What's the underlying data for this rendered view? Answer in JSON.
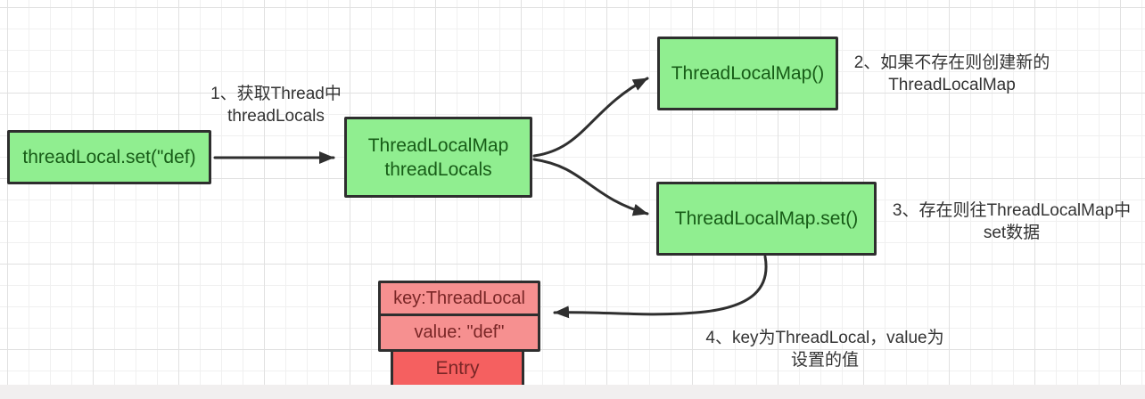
{
  "diagram": {
    "nodes": {
      "left_box": {
        "label": "threadLocal.set(\"def)"
      },
      "mid_box": {
        "line1": "ThreadLocalMap",
        "line2": "threadLocals"
      },
      "top_box": {
        "label": "ThreadLocalMap()"
      },
      "set_box": {
        "label": "ThreadLocalMap.set()"
      },
      "entry_key": {
        "label": "key:ThreadLocal"
      },
      "entry_value": {
        "label": "value: \"def\""
      },
      "entry": {
        "label": "Entry"
      }
    },
    "annotations": {
      "step1": {
        "line1": "1、获取Thread中",
        "line2": "threadLocals"
      },
      "step2": {
        "line1": "2、如果不存在则创建新的",
        "line2": "ThreadLocalMap"
      },
      "step3": {
        "line1": "3、存在则往ThreadLocalMap中",
        "line2": "set数据"
      },
      "step4": {
        "line1": "4、key为ThreadLocal，value为",
        "line2": "设置的值"
      }
    },
    "colors": {
      "node_green_fill": "#90ee90",
      "node_green_text": "#175c17",
      "node_red_fill": "#f69090",
      "entry_red_fill": "#f56060",
      "node_red_text": "#792626",
      "border": "#2e2e2e",
      "arrow": "#2f2f2f",
      "annotation_text": "#333333"
    }
  }
}
